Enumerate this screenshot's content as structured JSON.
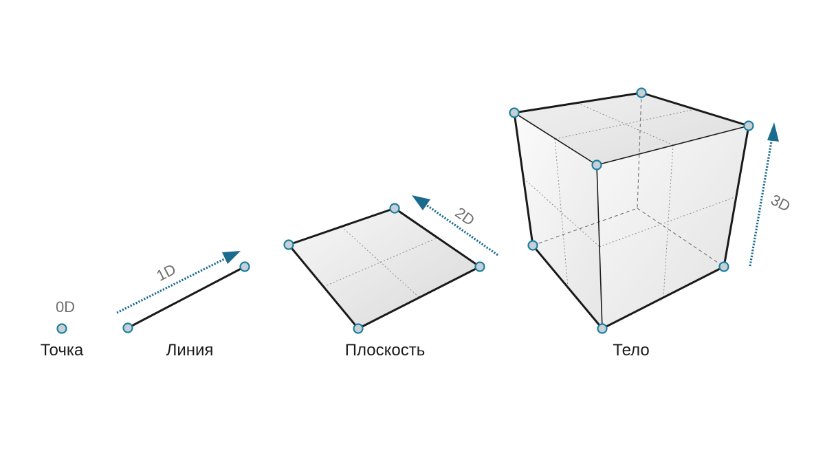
{
  "colors": {
    "vertex_fill": "#c8d0d6",
    "vertex_stroke": "#1a7fa0",
    "arrow": "#1b6b8f",
    "edge": "#1a1a1a",
    "dimension_text": "#6e6e6e"
  },
  "shapes": {
    "point": {
      "label": "Точка",
      "dimension": "0D"
    },
    "line": {
      "label": "Линия",
      "dimension": "1D"
    },
    "plane": {
      "label": "Плоскость",
      "dimension": "2D"
    },
    "solid": {
      "label": "Тело",
      "dimension": "3D"
    }
  }
}
